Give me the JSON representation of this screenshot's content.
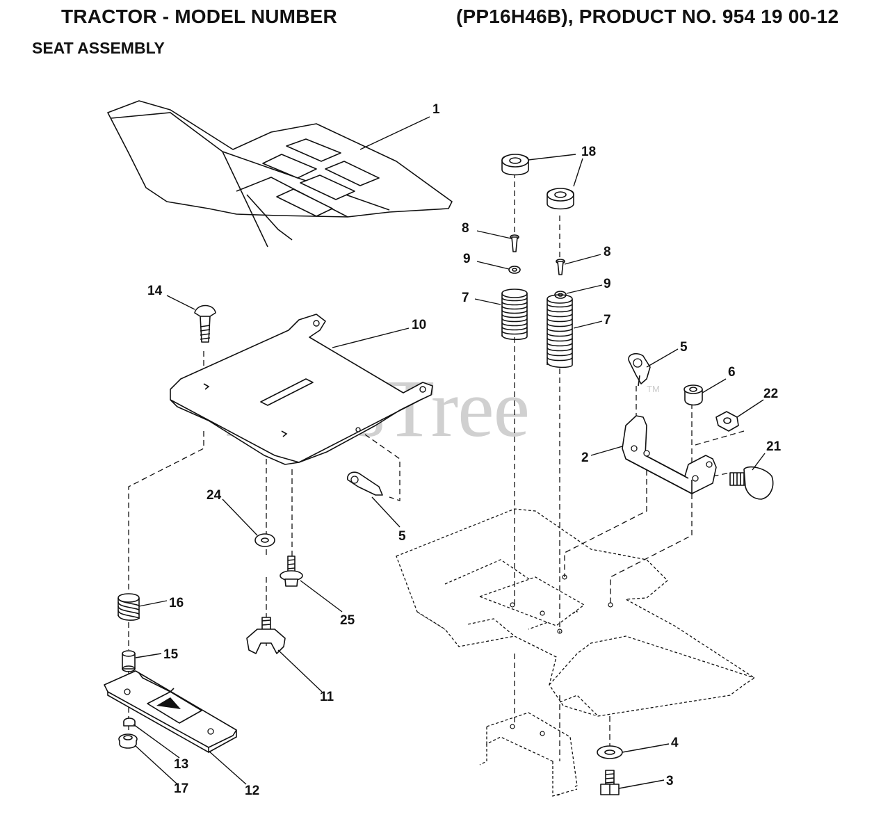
{
  "header": {
    "title_left": "TRACTOR - MODEL NUMBER",
    "title_right": "(PP16H46B), PRODUCT NO. 954 19 00-12",
    "subtitle": "SEAT ASSEMBLY"
  },
  "watermark": {
    "text": "PartsTree",
    "tm": "TM"
  },
  "callouts": {
    "c1": "1",
    "c2": "2",
    "c3": "3",
    "c4": "4",
    "c5a": "5",
    "c5b": "5",
    "c6": "6",
    "c7a": "7",
    "c7b": "7",
    "c8a": "8",
    "c8b": "8",
    "c9a": "9",
    "c9b": "9",
    "c10": "10",
    "c11": "11",
    "c12": "12",
    "c13": "13",
    "c14": "14",
    "c15": "15",
    "c16": "16",
    "c17": "17",
    "c18": "18",
    "c21": "21",
    "c22": "22",
    "c24": "24",
    "c25": "25"
  },
  "colors": {
    "line": "#111111",
    "watermark": "#d0d0d0",
    "background": "#ffffff"
  }
}
